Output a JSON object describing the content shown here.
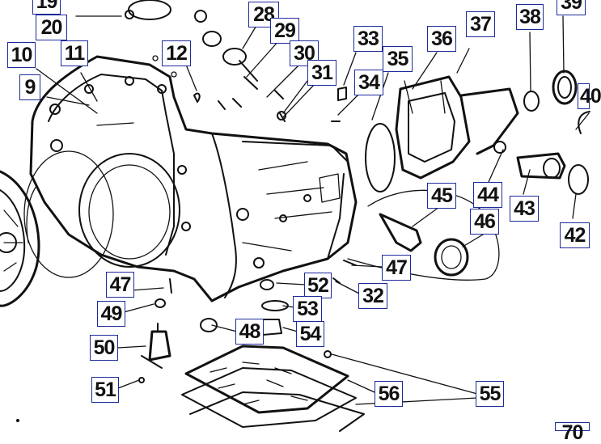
{
  "colors": {
    "callout_border": "#1d2a9c",
    "line": "#111111",
    "background": "#ffffff"
  },
  "callouts": {
    "c19": "19",
    "c20": "20",
    "c28": "28",
    "c29": "29",
    "c30": "30",
    "c31": "31",
    "c33": "33",
    "c34": "34",
    "c35": "35",
    "c36": "36",
    "c37": "37",
    "c38": "38",
    "c39": "39",
    "c40": "40",
    "c10": "10",
    "c11": "11",
    "c9": "9",
    "c12": "12",
    "c45": "45",
    "c44": "44",
    "c43": "43",
    "c46": "46",
    "c42": "42",
    "c47a": "47",
    "c47b": "47",
    "c52": "52",
    "c32": "32",
    "c49": "49",
    "c53": "53",
    "c48": "48",
    "c54": "54",
    "c50": "50",
    "c56": "56",
    "c55": "55",
    "c51": "51",
    "c70": "70"
  }
}
